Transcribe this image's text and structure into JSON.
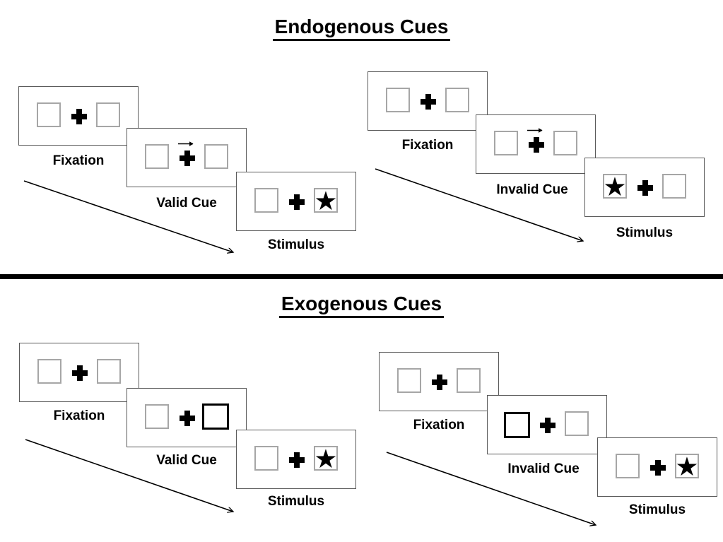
{
  "diagram": {
    "kind": "posner-cueing-task-schematic",
    "background": "#ffffff"
  },
  "colors": {
    "panel_border": "#595959",
    "square_border": "#a6a6a6",
    "ink": "#000000"
  },
  "icons": {
    "star": "★",
    "plus": "fixation-cross",
    "cue_arrow": "rightward-arrow-above-fixation-cross"
  },
  "sections": [
    {
      "title": "Endogenous Cues",
      "groups": [
        {
          "name": "valid",
          "steps": {
            "fixation": "Fixation",
            "cue": "Valid Cue",
            "stimulus": "Stimulus"
          },
          "cue_icon": "central-arrow-right",
          "stimulus_star_side": "right"
        },
        {
          "name": "invalid",
          "steps": {
            "fixation": "Fixation",
            "cue": "Invalid Cue",
            "stimulus": "Stimulus"
          },
          "cue_icon": "central-arrow-right",
          "stimulus_star_side": "left"
        }
      ]
    },
    {
      "title": "Exogenous Cues",
      "groups": [
        {
          "name": "valid",
          "steps": {
            "fixation": "Fixation",
            "cue": "Valid Cue",
            "stimulus": "Stimulus"
          },
          "cue_icon": "peripheral-bold-box-right",
          "stimulus_star_side": "right"
        },
        {
          "name": "invalid",
          "steps": {
            "fixation": "Fixation",
            "cue": "Invalid Cue",
            "stimulus": "Stimulus"
          },
          "cue_icon": "peripheral-bold-box-left",
          "stimulus_star_side": "right"
        }
      ]
    }
  ]
}
